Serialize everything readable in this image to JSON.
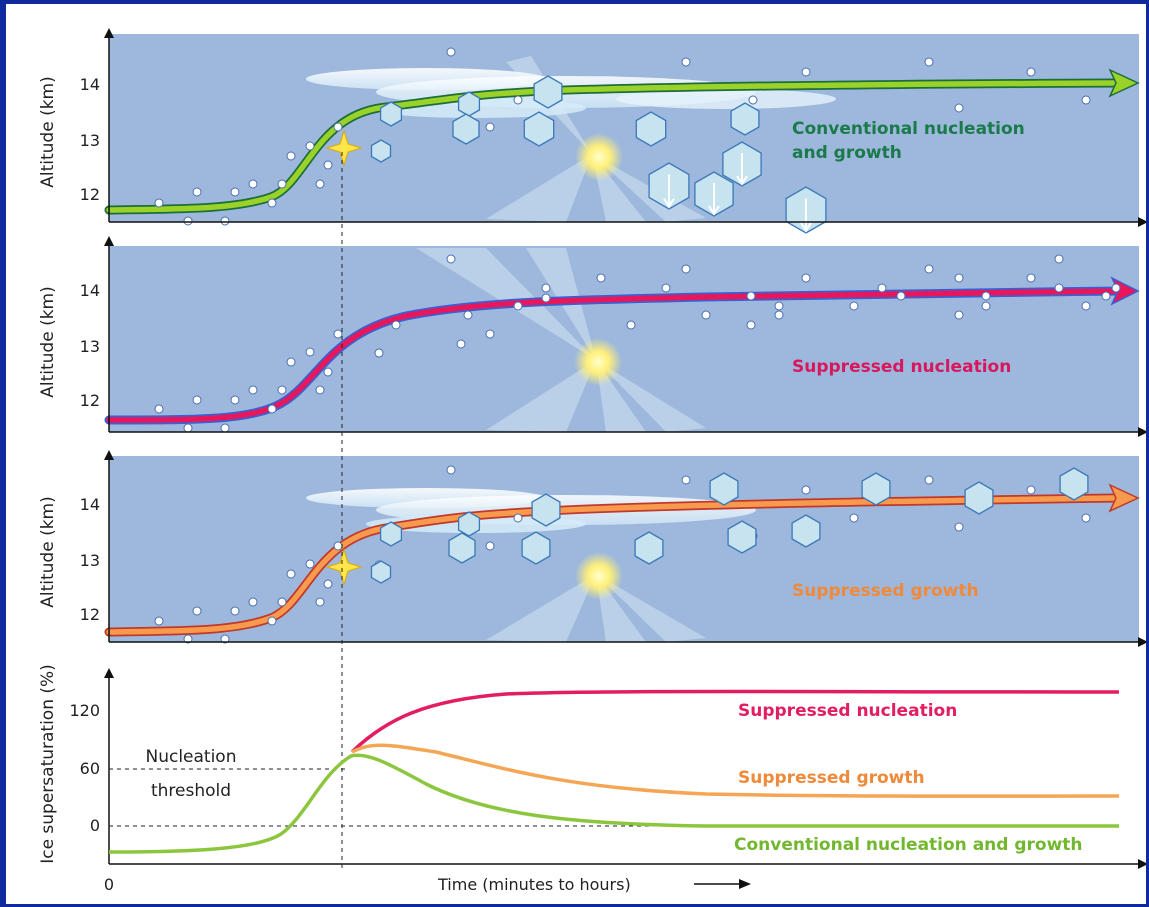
{
  "panels": [
    {
      "ylabel": "Altitude (km)",
      "ticks": [
        "14",
        "13",
        "12"
      ],
      "label": "Conventional nucleation\nand growth",
      "label_color": "#1a7a4a",
      "line_color": "#9ad22a"
    },
    {
      "ylabel": "Altitude (km)",
      "ticks": [
        "14",
        "13",
        "12"
      ],
      "label": "Suppressed nucleation",
      "label_color": "#d8175c",
      "line_color": "#e8175c"
    },
    {
      "ylabel": "Altitude (km)",
      "ticks": [
        "14",
        "13",
        "12"
      ],
      "label": "Suppressed growth",
      "label_color": "#f08a3a",
      "line_color": "#f79a4e"
    }
  ],
  "bottom": {
    "ylabel": "Ice supersaturation (%)",
    "ticks": [
      "120",
      "60",
      "0"
    ],
    "x_origin": "0",
    "xlabel": "Time (minutes to hours)",
    "threshold_line1": "Nucleation",
    "threshold_line2": "threshold",
    "series": [
      {
        "name": "Suppressed nucleation",
        "color": "#e21e5e"
      },
      {
        "name": "Suppressed growth",
        "color": "#f5a655"
      },
      {
        "name": "Conventional nucleation and growth",
        "color": "#8cc63e"
      }
    ]
  },
  "colors": {
    "panel_bg": "#9db8dc",
    "frame": "#0f2a9c"
  }
}
